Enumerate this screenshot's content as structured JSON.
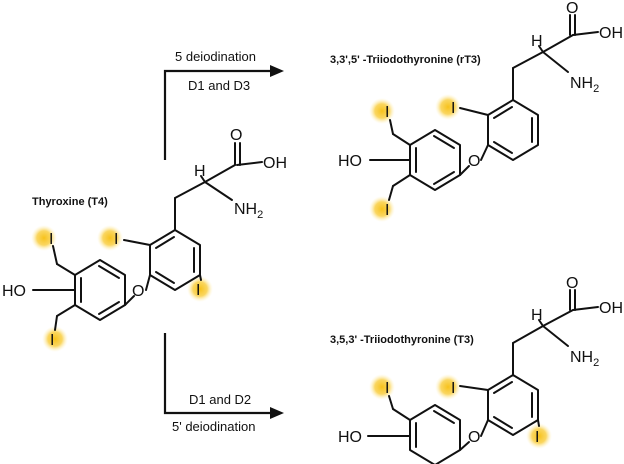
{
  "compounds": {
    "t4": {
      "name": "Thyroxine (T4)"
    },
    "rt3": {
      "name": "3,3',5' -Triiodothyronine (rT3)"
    },
    "t3": {
      "name": "3,5,3' -Triiodothyronine (T3)"
    }
  },
  "reactions": {
    "upper": {
      "line1": "5 deiodination",
      "line2": "D1 and D3"
    },
    "lower": {
      "line1": "D1 and D2",
      "line2": "5' deiodination"
    }
  },
  "atoms": {
    "hydroxyl": "HO",
    "ether": "O",
    "acid_oh": "OH",
    "carbonyl_o": "O",
    "amine": "NH",
    "amine_sub": "2",
    "hydrogen": "H",
    "iodine": "I"
  },
  "colors": {
    "iodine_highlight": "#f7c21b",
    "bond": "#111111"
  }
}
